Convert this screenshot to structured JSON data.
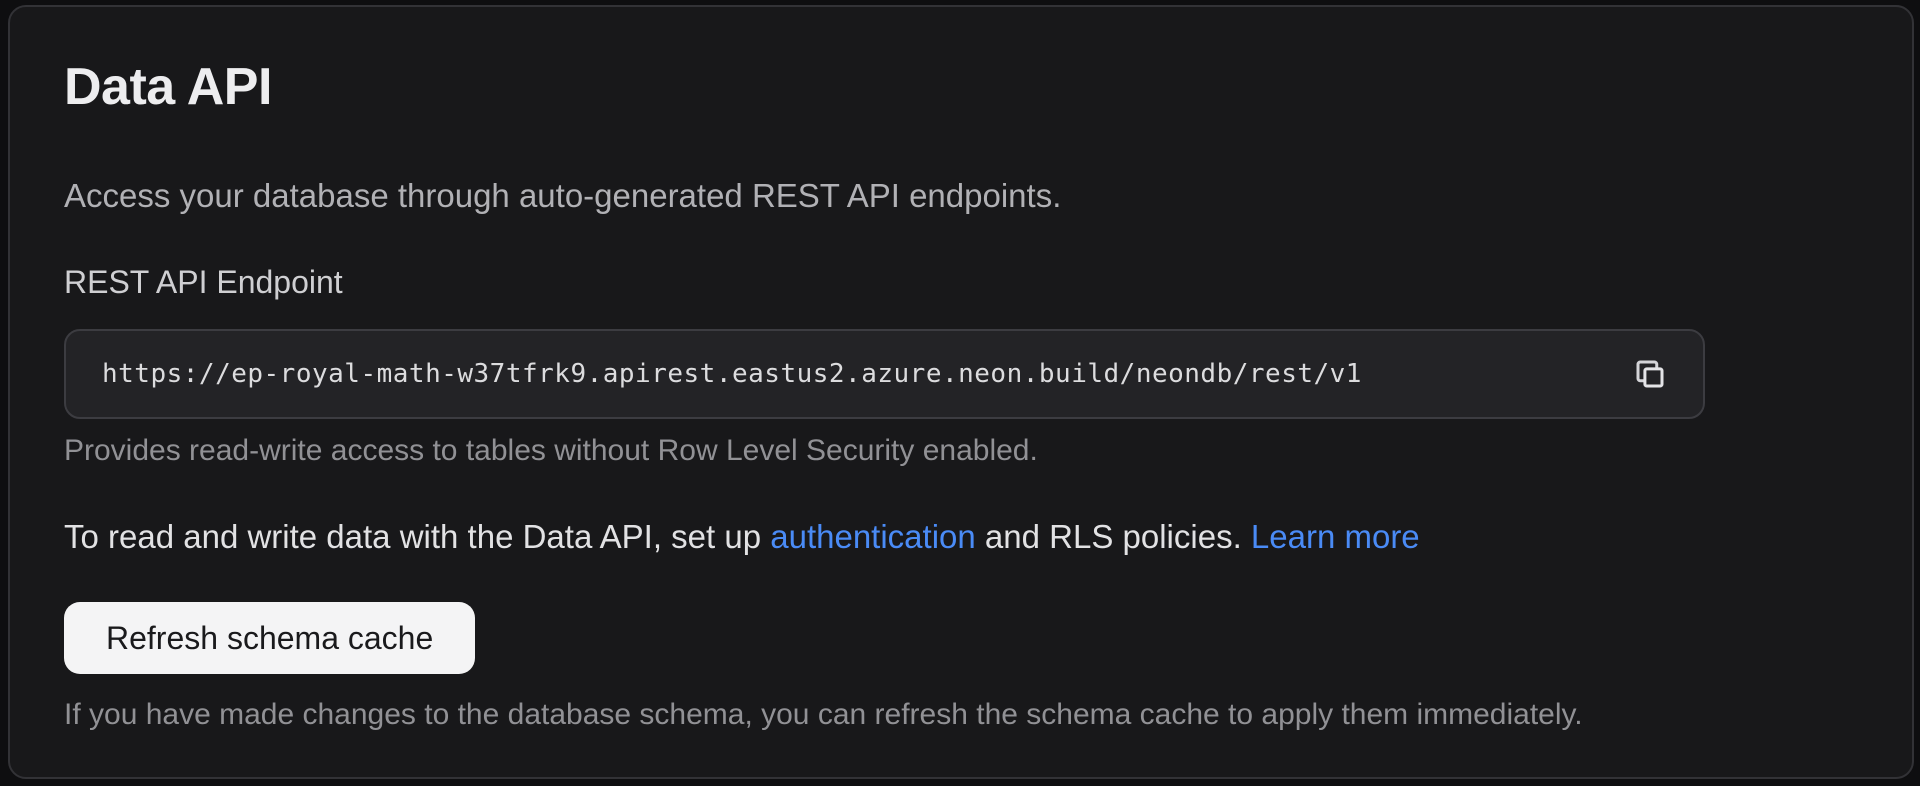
{
  "panel": {
    "title": "Data API",
    "subtitle": "Access your database through auto-generated REST API endpoints.",
    "endpoint": {
      "label": "REST API Endpoint",
      "url": "https://ep-royal-math-w37tfrk9.apirest.eastus2.azure.neon.build/neondb/rest/v1",
      "copy_icon": "copy-icon",
      "helper": "Provides read-write access to tables without Row Level Security enabled."
    },
    "cta": {
      "prefix": "To read and write data with the Data API, set up ",
      "auth_link": "authentication",
      "middle": " and RLS policies. ",
      "learn_more_link": "Learn more"
    },
    "refresh": {
      "button_label": "Refresh schema cache",
      "helper": "If you have made changes to the database schema, you can refresh the schema cache to apply them immediately."
    },
    "colors": {
      "page_bg": "#0e0e10",
      "panel_bg": "#18181a",
      "panel_border": "#323236",
      "field_bg": "#232326",
      "link_blue": "#4a8bf6",
      "button_bg": "#f4f4f5",
      "button_text": "#1a1a1c"
    }
  }
}
